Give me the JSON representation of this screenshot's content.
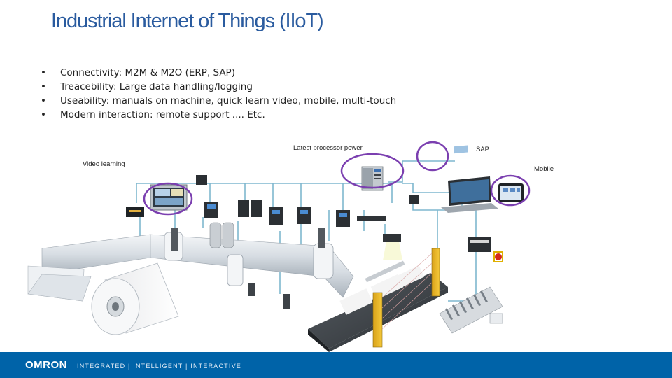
{
  "slide": {
    "title": "Industrial Internet of Things (IIoT)",
    "bullet_symbol": "•",
    "bullets": [
      "Connectivity:  M2M  & M2O (ERP, SAP)",
      "Treacebility:  Large data handling/logging",
      "Useability:  manuals on machine, quick learn video, mobile, multi-touch",
      "Modern interaction:  remote support .... Etc."
    ]
  },
  "callouts": {
    "processor": "Latest processor power",
    "sap": "SAP",
    "video": "Video learning",
    "mobile": "Mobile"
  },
  "footer": {
    "brand": "OMRON",
    "tagline": "INTEGRATED  |  INTELLIGENT  |  INTERACTIVE"
  },
  "colors": {
    "title": "#2a5b9f",
    "highlight_circle": "#7b3fb0",
    "footer_bar": "#0063a8",
    "network_line": "#7fb7cf"
  }
}
